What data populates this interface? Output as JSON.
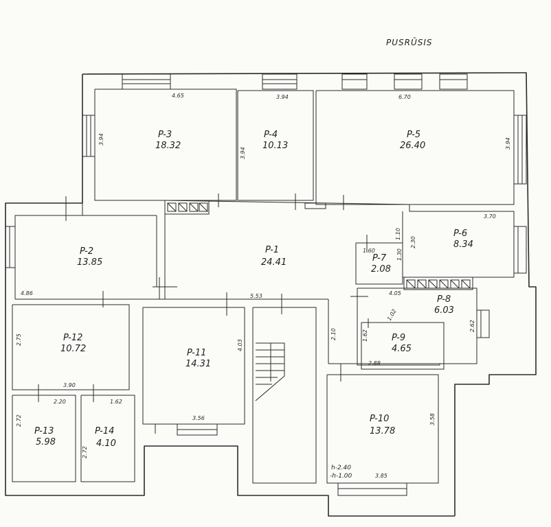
{
  "title": "PUSRŪSIS",
  "rooms": {
    "p3": {
      "label": "P-3",
      "area": "18.32"
    },
    "p4": {
      "label": "P-4",
      "area": "10.13"
    },
    "p5": {
      "label": "P-5",
      "area": "26.40"
    },
    "p2": {
      "label": "P-2",
      "area": "13.85"
    },
    "p1": {
      "label": "P-1",
      "area": "24.41"
    },
    "p6": {
      "label": "P-6",
      "area": "8.34"
    },
    "p7": {
      "label": "P-7",
      "area": "2.08"
    },
    "p8": {
      "label": "P-8",
      "area": "6.03"
    },
    "p9": {
      "label": "P-9",
      "area": "4.65"
    },
    "p10": {
      "label": "P-10",
      "area": "13.78"
    },
    "p11": {
      "label": "P-11",
      "area": "14.31"
    },
    "p12": {
      "label": "P-12",
      "area": "10.72"
    },
    "p13": {
      "label": "P-13",
      "area": "5.98"
    },
    "p14": {
      "label": "P-14",
      "area": "4.10"
    }
  },
  "dims": {
    "p3_w": "4.65",
    "p3_h": "3.94",
    "p4_w": "3.94",
    "p4_h": "3.94",
    "p5_w": "6.70",
    "p5_h": "3.94",
    "p2_w": "4.86",
    "p6_w": "3.70",
    "p6_h": "2.30",
    "p6_d": "1.10",
    "p7_w": "1.60",
    "p7_h": "1.30",
    "p8_w": "4.05",
    "p8_h": "2.62",
    "p8_d": "1.02",
    "p9_w": "2.88",
    "p9_h": "1.62",
    "corr": "2.10",
    "p11_top": "5.53",
    "p11_w": "3.56",
    "p11_h": "4.03",
    "p12_h": "2.75",
    "p12_w": "3.90",
    "p13_w": "2.20",
    "p13_h": "2.72",
    "p14_w": "1.62",
    "p14_h": "2.72",
    "p10_w": "3.85",
    "p10_h": "3.58"
  },
  "notes": {
    "height": "h-2.40",
    "level": "-h-1.00"
  }
}
